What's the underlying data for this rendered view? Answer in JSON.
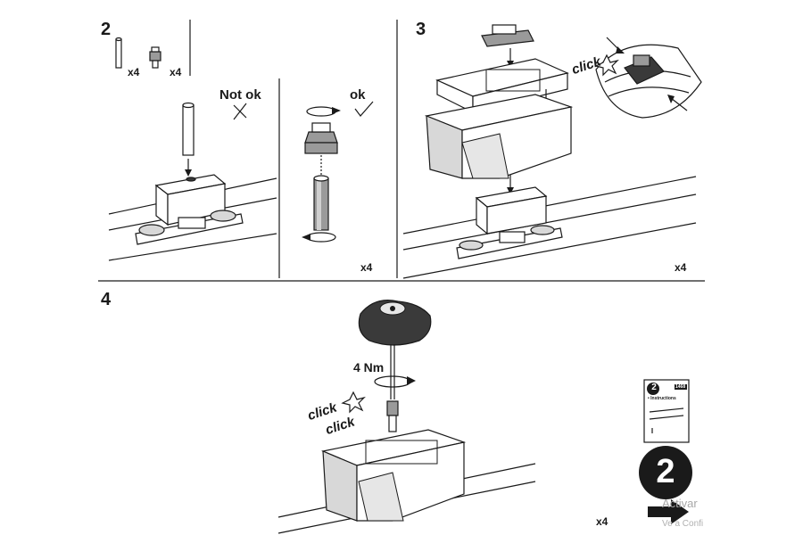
{
  "panel2": {
    "step_number": "2",
    "pin_qty": "x4",
    "nut_qty": "x4",
    "not_ok_label": "Not ok",
    "ok_label": "ok",
    "qty": "x4"
  },
  "panel3": {
    "step_number": "3",
    "click_label": "click",
    "qty": "x4"
  },
  "panel4": {
    "step_number": "4",
    "torque_label": "4 Nm",
    "click_label_1": "click",
    "click_label_2": "click",
    "qty": "x4",
    "booklet": {
      "number": "2",
      "heading": "• Instructions",
      "code": "1468"
    },
    "next_step_number": "2"
  },
  "watermark": {
    "line1": "Activar",
    "line2": "Ve a Confi"
  },
  "colors": {
    "ink": "#1a1a1a",
    "part_grey": "#9a9a9a",
    "dark_grey": "#3a3a3a"
  },
  "icons": [
    "cross-icon",
    "checkmark-icon",
    "rotate-arrow-icon",
    "arrow-right-icon"
  ]
}
